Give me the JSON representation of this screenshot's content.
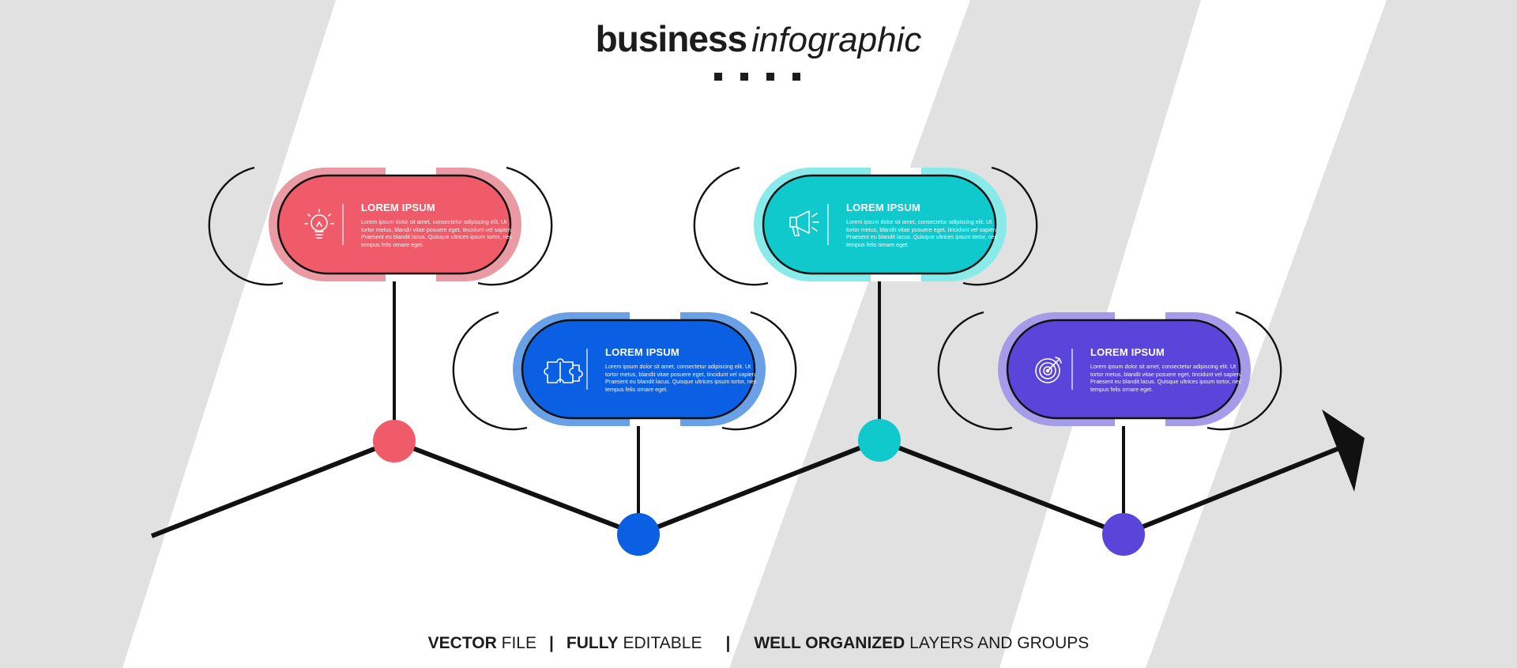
{
  "header": {
    "title_strong": "business",
    "title_light": "infographic"
  },
  "steps": [
    {
      "title": "LOREM IPSUM",
      "body": "Lorem ipsum dolor sit amet, consectetur adipiscing elit. Ut tortor metus, blandit vitae posuere eget, tincidunt vel sapien. Praesent eu blandit lacus. Quisque ultrices ipsum tortor, nec tempus felis ornare eget.",
      "icon": "lightbulb-icon",
      "color": "#ef5b69",
      "halo": "#ea9aa3"
    },
    {
      "title": "LOREM IPSUM",
      "body": "Lorem ipsum dolor sit amet, consectetur adipiscing elit. Ut tortor metus, blandit vitae posuere eget, tincidunt vel sapien. Praesent eu blandit lacus. Quisque ultrices ipsum tortor, nec tempus felis ornare eget.",
      "icon": "puzzle-icon",
      "color": "#0b5fe3",
      "halo": "#6aa0e6"
    },
    {
      "title": "LOREM IPSUM",
      "body": "Lorem ipsum dolor sit amet, consectetur adipiscing elit. Ut tortor metus, blandit vitae posuere eget, tincidunt vel sapien. Praesent eu blandit lacus. Quisque ultrices ipsum tortor, nec tempus felis ornare eget.",
      "icon": "megaphone-icon",
      "color": "#10c9cd",
      "halo": "#88ebea"
    },
    {
      "title": "LOREM IPSUM",
      "body": "Lorem ipsum dolor sit amet, consectetur adipiscing elit. Ut tortor metus, blandit vitae posuere eget, tincidunt vel sapien. Praesent eu blandit lacus. Quisque ultrices ipsum tortor, nec tempus felis ornare eget.",
      "icon": "target-icon",
      "color": "#5a45db",
      "halo": "#a49ce8"
    }
  ],
  "footer": {
    "part1_bold": "VECTOR",
    "part1_rest": "FILE",
    "sep1": "|",
    "part2_bold": "FULLY",
    "part2_rest": "EDITABLE",
    "sep2": "|",
    "part3_bold": "WELL ORGANIZED",
    "part3_rest": "LAYERS AND GROUPS"
  },
  "colors": {
    "background": "#e1e1e1",
    "stripe": "#ffffff",
    "line": "#111111"
  }
}
